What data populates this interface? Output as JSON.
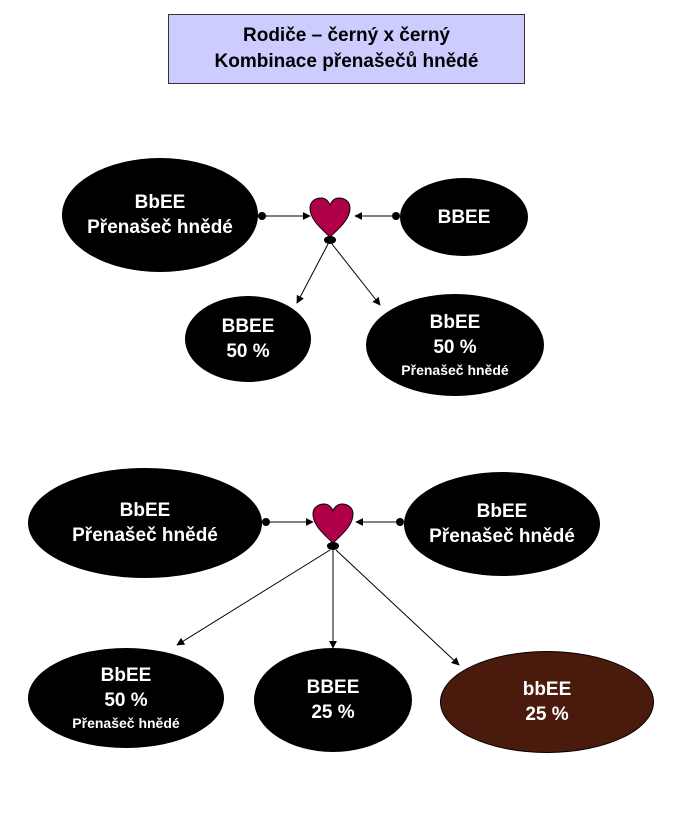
{
  "title": {
    "line1": "Rodiče – černý x černý",
    "line2": "Kombinace přenašečů hnědé"
  },
  "colors": {
    "black_node": "#000000",
    "brown_node": "#4a1a0c",
    "heart": "#b0004a",
    "title_bg": "#ccccff"
  },
  "diagram1": {
    "parent_left": {
      "genotype": "BbEE",
      "label": "Přenašeč hnědé"
    },
    "parent_right": {
      "genotype": "BBEE"
    },
    "child_1": {
      "genotype": "BBEE",
      "percent": "50 %"
    },
    "child_2": {
      "genotype": "BbEE",
      "percent": "50 %",
      "label": "Přenašeč hnědé"
    }
  },
  "diagram2": {
    "parent_left": {
      "genotype": "BbEE",
      "label": "Přenašeč hnědé"
    },
    "parent_right": {
      "genotype": "BbEE",
      "label": "Přenašeč hnědé"
    },
    "child_1": {
      "genotype": "BbEE",
      "percent": "50 %",
      "label": "Přenašeč hnědé"
    },
    "child_2": {
      "genotype": "BBEE",
      "percent": "25 %"
    },
    "child_3": {
      "genotype": "bbEE",
      "percent": "25 %"
    }
  }
}
